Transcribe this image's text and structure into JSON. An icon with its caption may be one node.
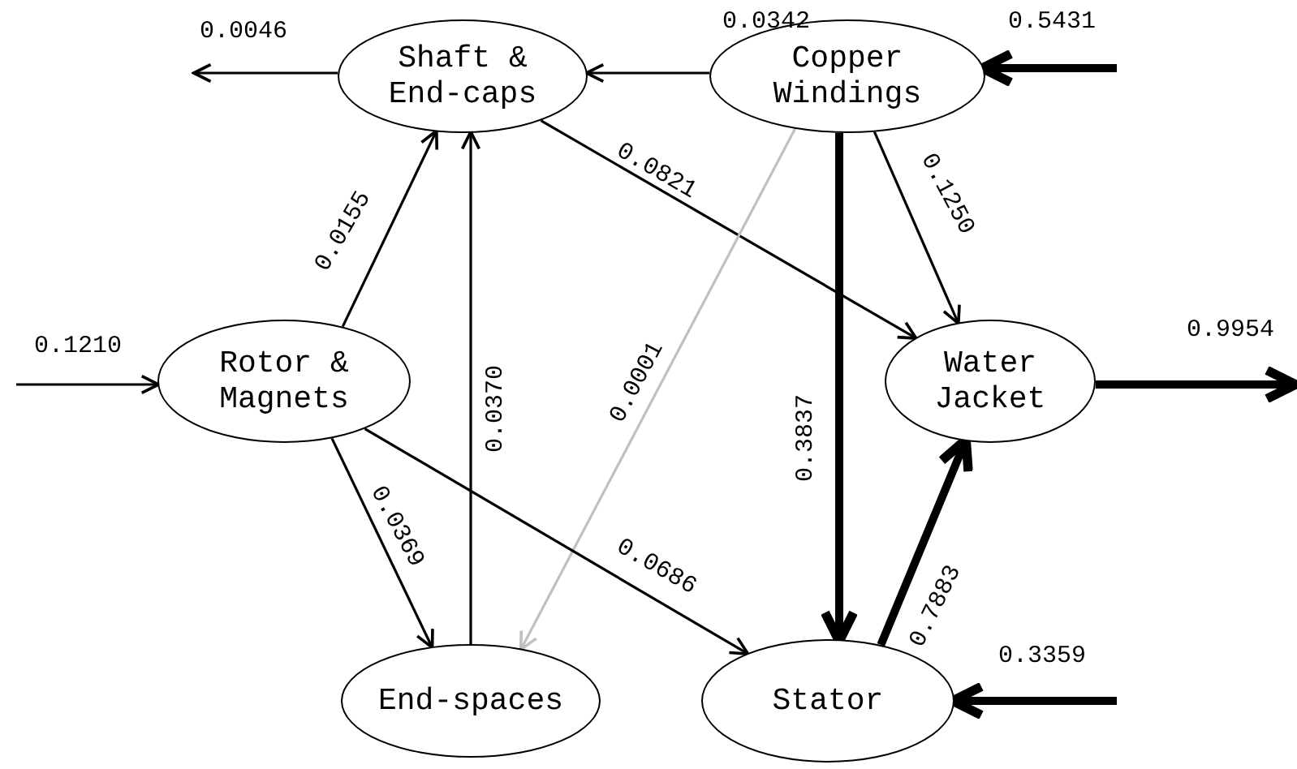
{
  "diagram": {
    "nodes": [
      {
        "text": [
          "Shaft & End-caps"
        ]
      },
      {
        "text": [
          "Copper Windings"
        ]
      },
      {
        "text": [
          "Rotor & Magnets"
        ]
      },
      {
        "text": [
          "Water Jacket"
        ]
      },
      {
        "text": [
          "End-spaces"
        ]
      },
      {
        "text": [
          "Stator"
        ]
      }
    ],
    "edges": [
      {
        "from": 0,
        "to": null,
        "arrow": "to",
        "label": "0.0046"
      },
      {
        "from": 1,
        "to": 0,
        "arrow": "to",
        "label": "0.0342"
      },
      {
        "from": null,
        "to": 1,
        "arrow": "to",
        "label": "0.5431",
        "style": "thick"
      },
      {
        "from": 0,
        "to": 3,
        "arrow": "to",
        "label": "0.0821"
      },
      {
        "from": 1,
        "to": 3,
        "arrow": "to",
        "label": "0.1250"
      },
      {
        "from": 1,
        "to": 5,
        "arrow": "to",
        "label": "0.3837",
        "style": "thick"
      },
      {
        "from": 1,
        "to": 4,
        "arrow": "to",
        "label": "0.0001",
        "color": "#c0c0c0"
      },
      {
        "from": null,
        "to": 2,
        "arrow": "to",
        "label": "0.1210"
      },
      {
        "from": 2,
        "to": 0,
        "arrow": "to",
        "label": "0.0155"
      },
      {
        "from": 4,
        "to": 0,
        "arrow": "to",
        "label": "0.0370"
      },
      {
        "from": 2,
        "to": 4,
        "arrow": "to",
        "label": "0.0369"
      },
      {
        "from": 2,
        "to": 5,
        "arrow": "to",
        "label": "0.0686"
      },
      {
        "from": 5,
        "to": 3,
        "arrow": "to",
        "label": "0.7883",
        "style": "thick"
      },
      {
        "from": 3,
        "to": null,
        "arrow": "to",
        "label": "0.9954",
        "style": "thick"
      },
      {
        "from": null,
        "to": 5,
        "arrow": "to",
        "label": "0.3359",
        "style": "thick"
      }
    ]
  }
}
